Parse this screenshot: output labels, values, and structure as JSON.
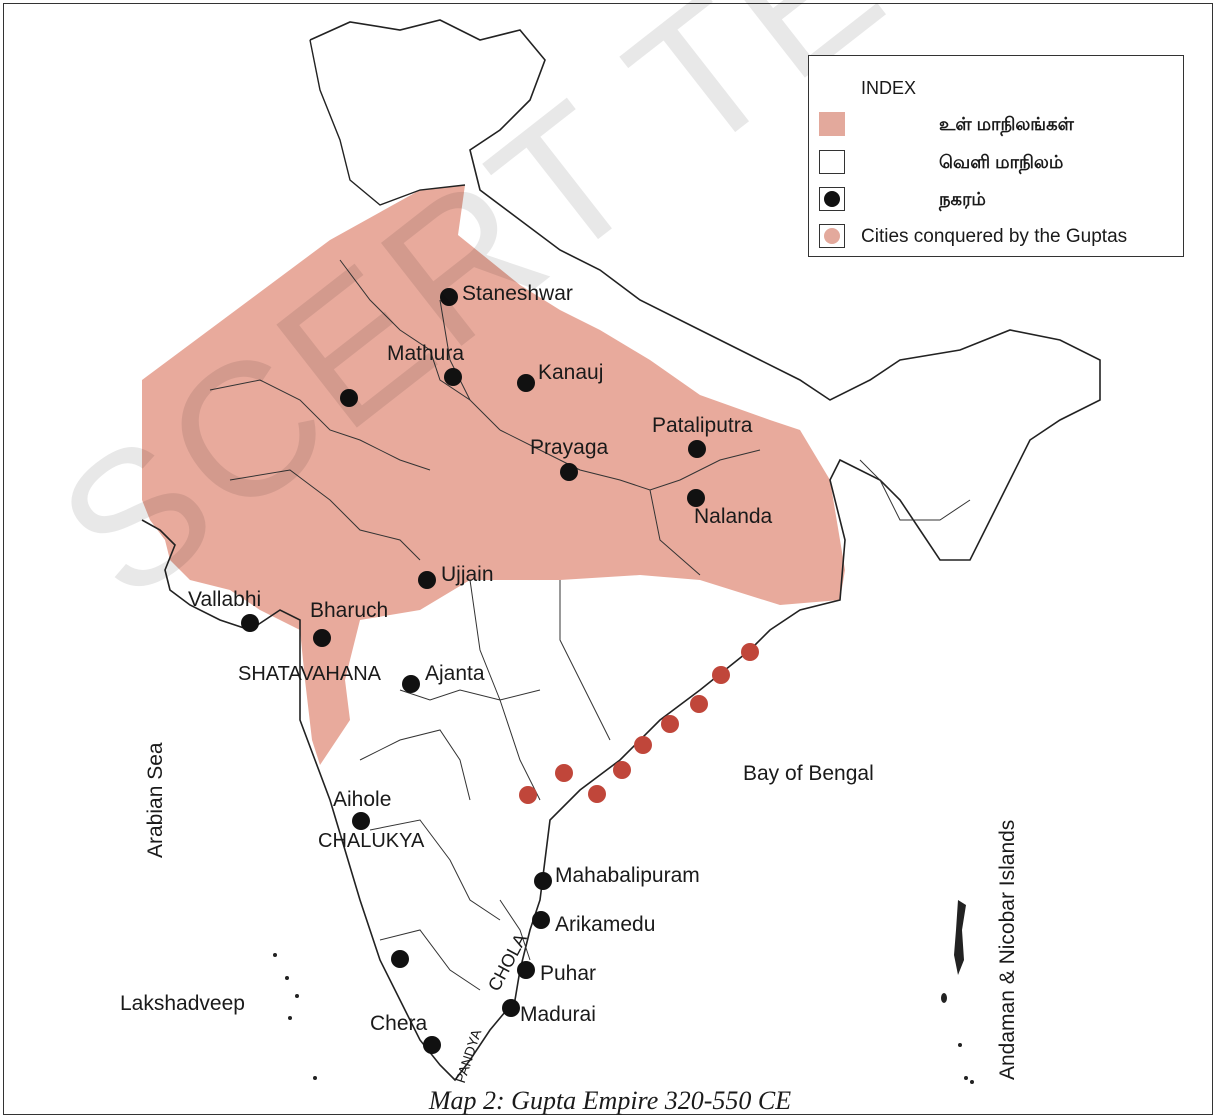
{
  "caption": "Map 2: Gupta Empire 320-550 CE",
  "watermark": "SCERT TELANGANA",
  "colors": {
    "empire_fill": "#e8aa9c",
    "city_dot": "#111111",
    "conquered_dot": "#c0463a",
    "outline": "#222222"
  },
  "legend": {
    "title": "INDEX",
    "items": [
      {
        "label": "உள் மாநிலங்கள்",
        "swatch": "#e3a99c"
      },
      {
        "label": "வெளி மாநிலம்",
        "swatch": "#ffffff"
      },
      {
        "label": "நகரம்",
        "swatch": "city-dot"
      },
      {
        "label": "Cities conquered by the Guptas",
        "swatch": "conquered-dot"
      }
    ]
  },
  "cities": [
    {
      "name": "Staneshwar"
    },
    {
      "name": "Mathura"
    },
    {
      "name": "Kanauj"
    },
    {
      "name": "Pataliputra"
    },
    {
      "name": "Prayaga"
    },
    {
      "name": "Nalanda"
    },
    {
      "name": "Ujjain"
    },
    {
      "name": "Vallabhi"
    },
    {
      "name": "Bharuch"
    },
    {
      "name": "Ajanta"
    },
    {
      "name": "Aihole"
    },
    {
      "name": "Mahabalipuram"
    },
    {
      "name": "Arikamedu"
    },
    {
      "name": "Puhar"
    },
    {
      "name": "Madurai"
    },
    {
      "name": "Chera"
    }
  ],
  "regions": {
    "shatavahana": "SHATAVAHANA",
    "chalukya": "CHALUKYA",
    "chola": "CHOLA",
    "pandya": "PANDYA"
  },
  "seas": {
    "arabian": "Arabian Sea",
    "bengal": "Bay of Bengal",
    "lakshadweep": "Lakshadveep",
    "andaman": "Andaman & Nicobar Islands"
  }
}
